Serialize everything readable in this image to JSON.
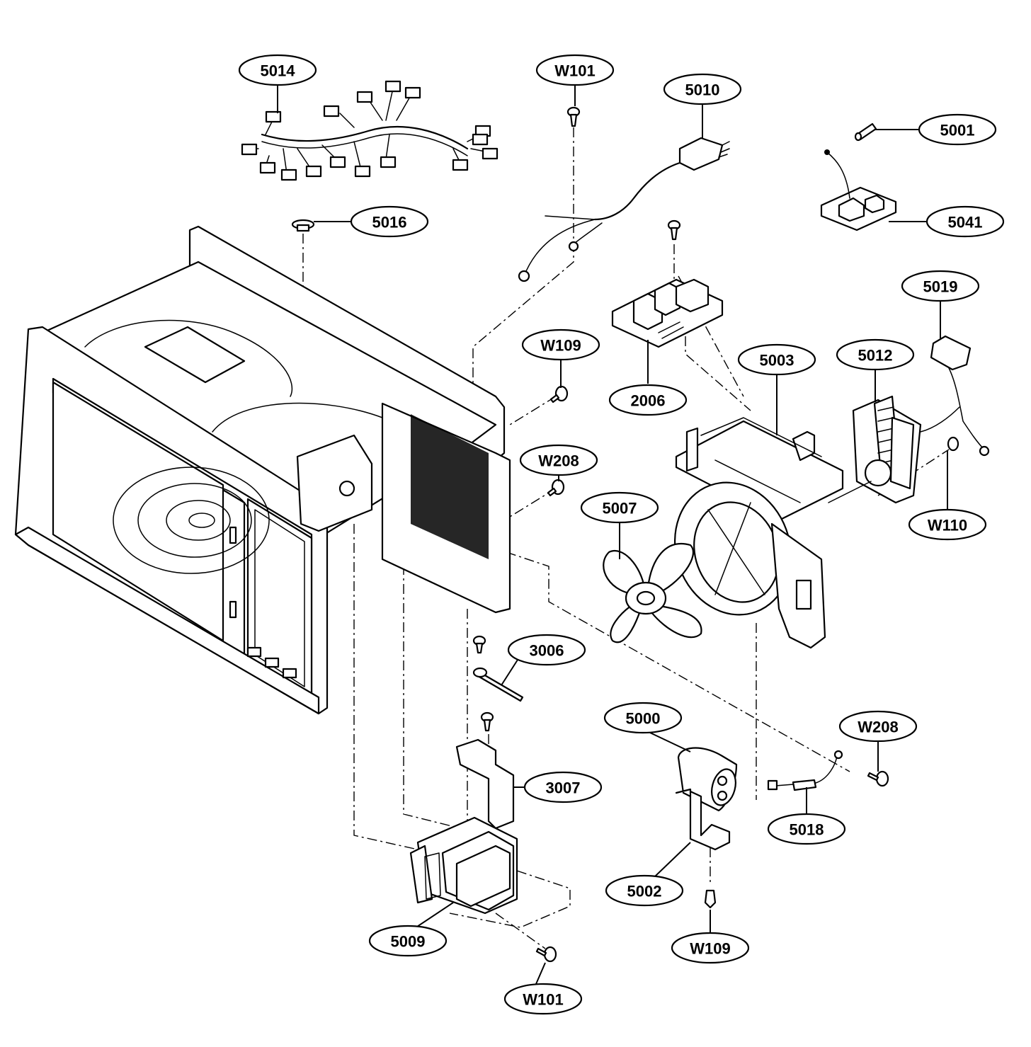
{
  "diagram": {
    "labels": [
      {
        "id": "5014",
        "text": "5014"
      },
      {
        "id": "W101-top",
        "text": "W101"
      },
      {
        "id": "5010",
        "text": "5010"
      },
      {
        "id": "5001",
        "text": "5001"
      },
      {
        "id": "5016",
        "text": "5016"
      },
      {
        "id": "5041",
        "text": "5041"
      },
      {
        "id": "5019",
        "text": "5019"
      },
      {
        "id": "W109-top",
        "text": "W109"
      },
      {
        "id": "5003",
        "text": "5003"
      },
      {
        "id": "5012",
        "text": "5012"
      },
      {
        "id": "2006",
        "text": "2006"
      },
      {
        "id": "W208-top",
        "text": "W208"
      },
      {
        "id": "5007",
        "text": "5007"
      },
      {
        "id": "W110",
        "text": "W110"
      },
      {
        "id": "3006",
        "text": "3006"
      },
      {
        "id": "5000",
        "text": "5000"
      },
      {
        "id": "W208-bottom",
        "text": "W208"
      },
      {
        "id": "3007",
        "text": "3007"
      },
      {
        "id": "5018",
        "text": "5018"
      },
      {
        "id": "5002",
        "text": "5002"
      },
      {
        "id": "5009",
        "text": "5009"
      },
      {
        "id": "W109-bottom",
        "text": "W109"
      },
      {
        "id": "W101-bottom",
        "text": "W101"
      }
    ]
  }
}
